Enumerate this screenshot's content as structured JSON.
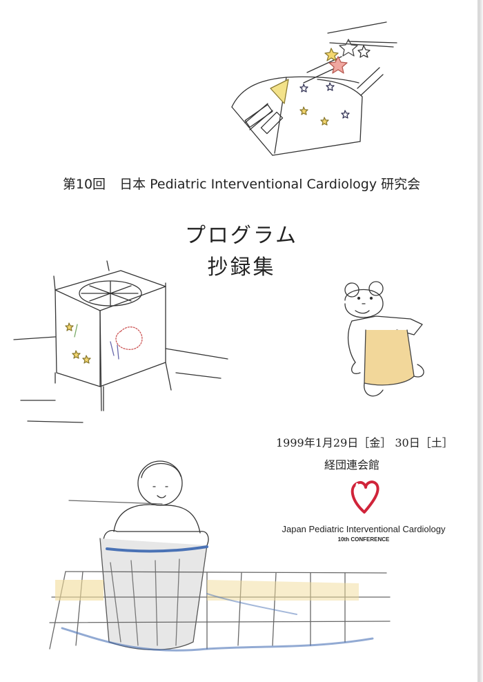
{
  "heading": {
    "edition": "第10回",
    "title": "日本 Pediatric Interventional Cardiology 研究会"
  },
  "titles": {
    "program": "プログラム",
    "abstracts": "抄録集"
  },
  "event": {
    "date": "1999年1月29日［金］ 30日［土］",
    "venue": "経団連会館"
  },
  "logo": {
    "name": "Japan Pediatric Interventional Cardiology",
    "subtitle": "10th CONFERENCE",
    "heart_color": "#d0243a"
  },
  "illustrations": {
    "top": "stars-and-lantern-sketch",
    "left": "lantern-box-sketch",
    "right": "teddy-bear-sketch",
    "bottom": "child-in-bucket-sketch"
  }
}
